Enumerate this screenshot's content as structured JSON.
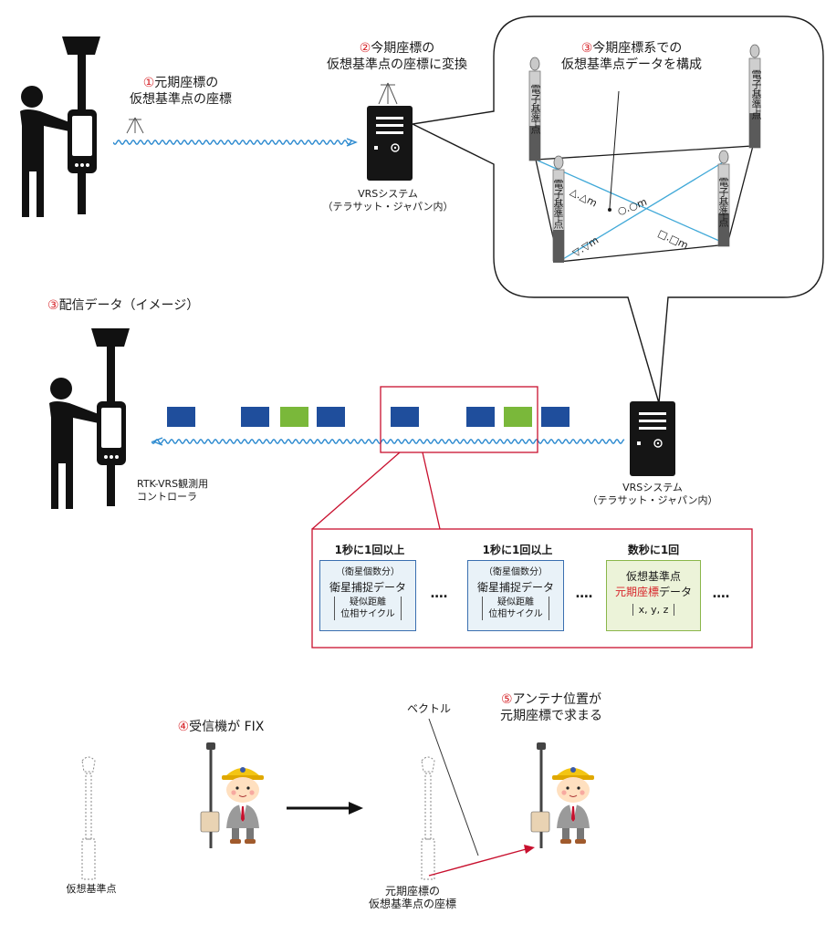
{
  "colors": {
    "num_red": "#d7262b",
    "packet_blue": "#1f4e9c",
    "packet_green": "#7ab83a",
    "wave_blue": "#2e8bd0",
    "line_cyan": "#41a9d8",
    "box_blue": "#3a6fb0",
    "box_green": "#8ab64a",
    "arrow_red": "#c8102e"
  },
  "step1": {
    "num": "①",
    "line1": "元期座標の",
    "line2": "仮想基準点の座標"
  },
  "step2": {
    "num": "②",
    "line1": "今期座標の",
    "line2": "仮想基準点の座標に変換"
  },
  "step3_top": {
    "num": "③",
    "line1": "今期座標系での",
    "line2": "仮想基準点データを構成"
  },
  "vrs_top": {
    "line1": "VRSシステム",
    "line2": "（テラサット・ジャパン内）"
  },
  "bubble": {
    "station_label": "電子基準点",
    "dist_a": "△.△m",
    "dist_b": "○.○m",
    "dist_c": "▽.▽m",
    "dist_d": "□.□m"
  },
  "step3_mid": {
    "num": "③",
    "text": "配信データ（イメージ）"
  },
  "controller": {
    "line1": "RTK-VRS観測用",
    "line2": "コントローラ"
  },
  "vrs_mid": {
    "line1": "VRSシステム",
    "line2": "（テラサット・ジャパン内）"
  },
  "packets": [
    "blue",
    "blue",
    "green",
    "blue",
    "blue",
    "blue",
    "green",
    "blue"
  ],
  "detail": {
    "col1_head": "1秒に1回以上",
    "col2_head": "1秒に1回以上",
    "col3_head": "数秒に1回",
    "sat_count": "（衛星個数分）",
    "sat_data": "衛星捕捉データ",
    "pseudo_range": "疑似距離",
    "phase_cycle": "位相サイクル",
    "vr_line1": "仮想基準点",
    "vr_line2_red": "元期座標",
    "vr_line2_rest": "データ",
    "xyz": "x, y, z",
    "dots": "‥‥"
  },
  "step4": {
    "num": "④",
    "text": "受信機が FIX"
  },
  "step5": {
    "num": "⑤",
    "line1": "アンテナ位置が",
    "line2": "元期座標で求まる"
  },
  "vector_label": "ベクトル",
  "virtual_point_label": "仮想基準点",
  "bottom_label": {
    "line1": "元期座標の",
    "line2": "仮想基準点の座標"
  }
}
